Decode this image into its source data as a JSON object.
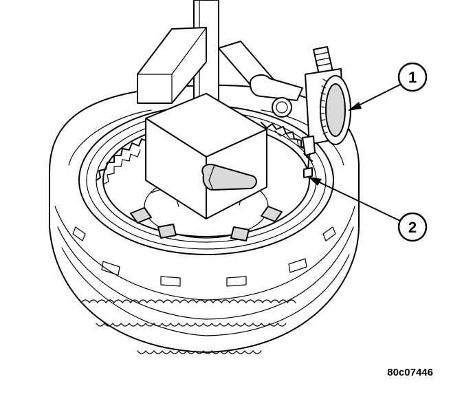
{
  "callouts": [
    {
      "label": "1"
    },
    {
      "label": "2"
    }
  ],
  "figure_id": "80c07446"
}
